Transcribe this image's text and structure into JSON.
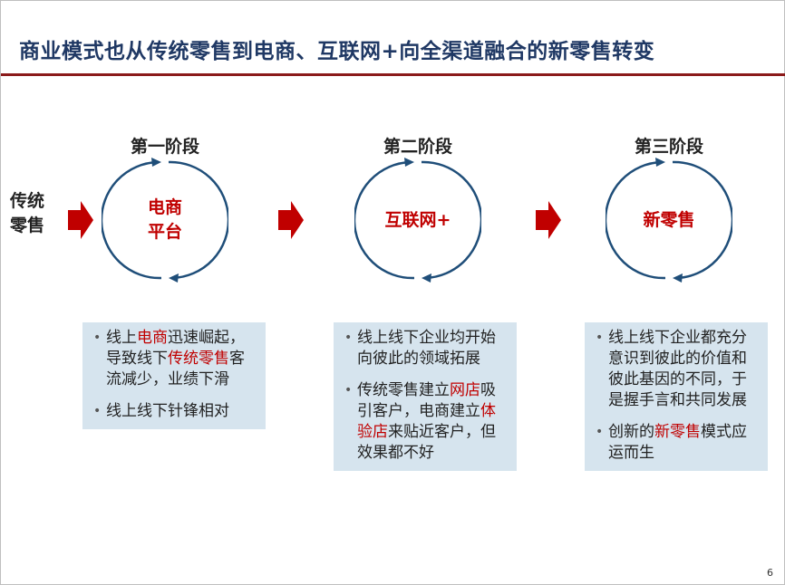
{
  "title": "商业模式也从传统零售到电商、互联网+向全渠道融合的新零售转变",
  "left_label": "传统\n零售",
  "stages": [
    {
      "title": "第一阶段",
      "circle_label": "电商\n平台",
      "bullets": [
        [
          {
            "t": "线上"
          },
          {
            "t": "电商",
            "hl": true
          },
          {
            "t": "迅速崛起，导致线下"
          },
          {
            "t": "传统零售",
            "hl": true
          },
          {
            "t": "客流减少，业绩下滑"
          }
        ],
        [
          {
            "t": "线上线下针锋相对"
          }
        ]
      ]
    },
    {
      "title": "第二阶段",
      "circle_label": "互联网+",
      "bullets": [
        [
          {
            "t": "线上线下企业均开始向彼此的领域拓展"
          }
        ],
        [
          {
            "t": "传统零售建立"
          },
          {
            "t": "网店",
            "hl": true
          },
          {
            "t": "吸引客户，电商建立"
          },
          {
            "t": "体验店",
            "hl": true
          },
          {
            "t": "来贴近客户，但效果都不好"
          }
        ]
      ]
    },
    {
      "title": "第三阶段",
      "circle_label": "新零售",
      "bullets": [
        [
          {
            "t": "线上线下企业都充分意识到彼此的价值和彼此基因的不同，于是握手言和共同发展"
          }
        ],
        [
          {
            "t": "创新的"
          },
          {
            "t": "新零售",
            "hl": true
          },
          {
            "t": "模式应运而生"
          }
        ]
      ]
    }
  ],
  "page_number": "6",
  "colors": {
    "title": "#1f3864",
    "accent": "#c00000",
    "rule": "#8b1a1a",
    "ring": "#1f4e79",
    "box": "#d6e4ee"
  }
}
